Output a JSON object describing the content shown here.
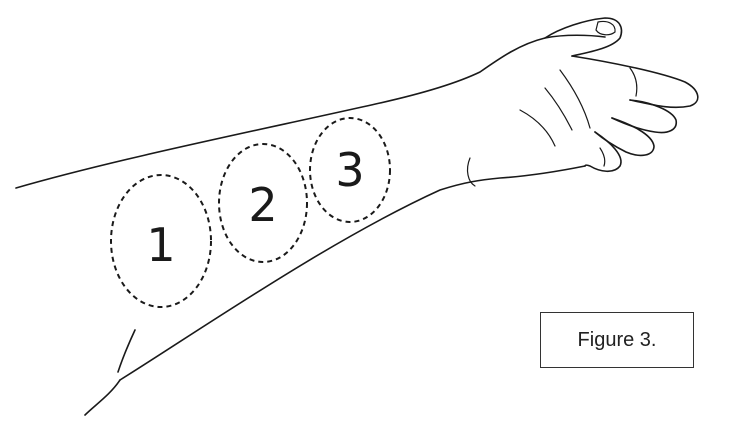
{
  "figure": {
    "caption": "Figure 3.",
    "zones": [
      {
        "label": "1"
      },
      {
        "label": "2"
      },
      {
        "label": "3"
      }
    ]
  }
}
